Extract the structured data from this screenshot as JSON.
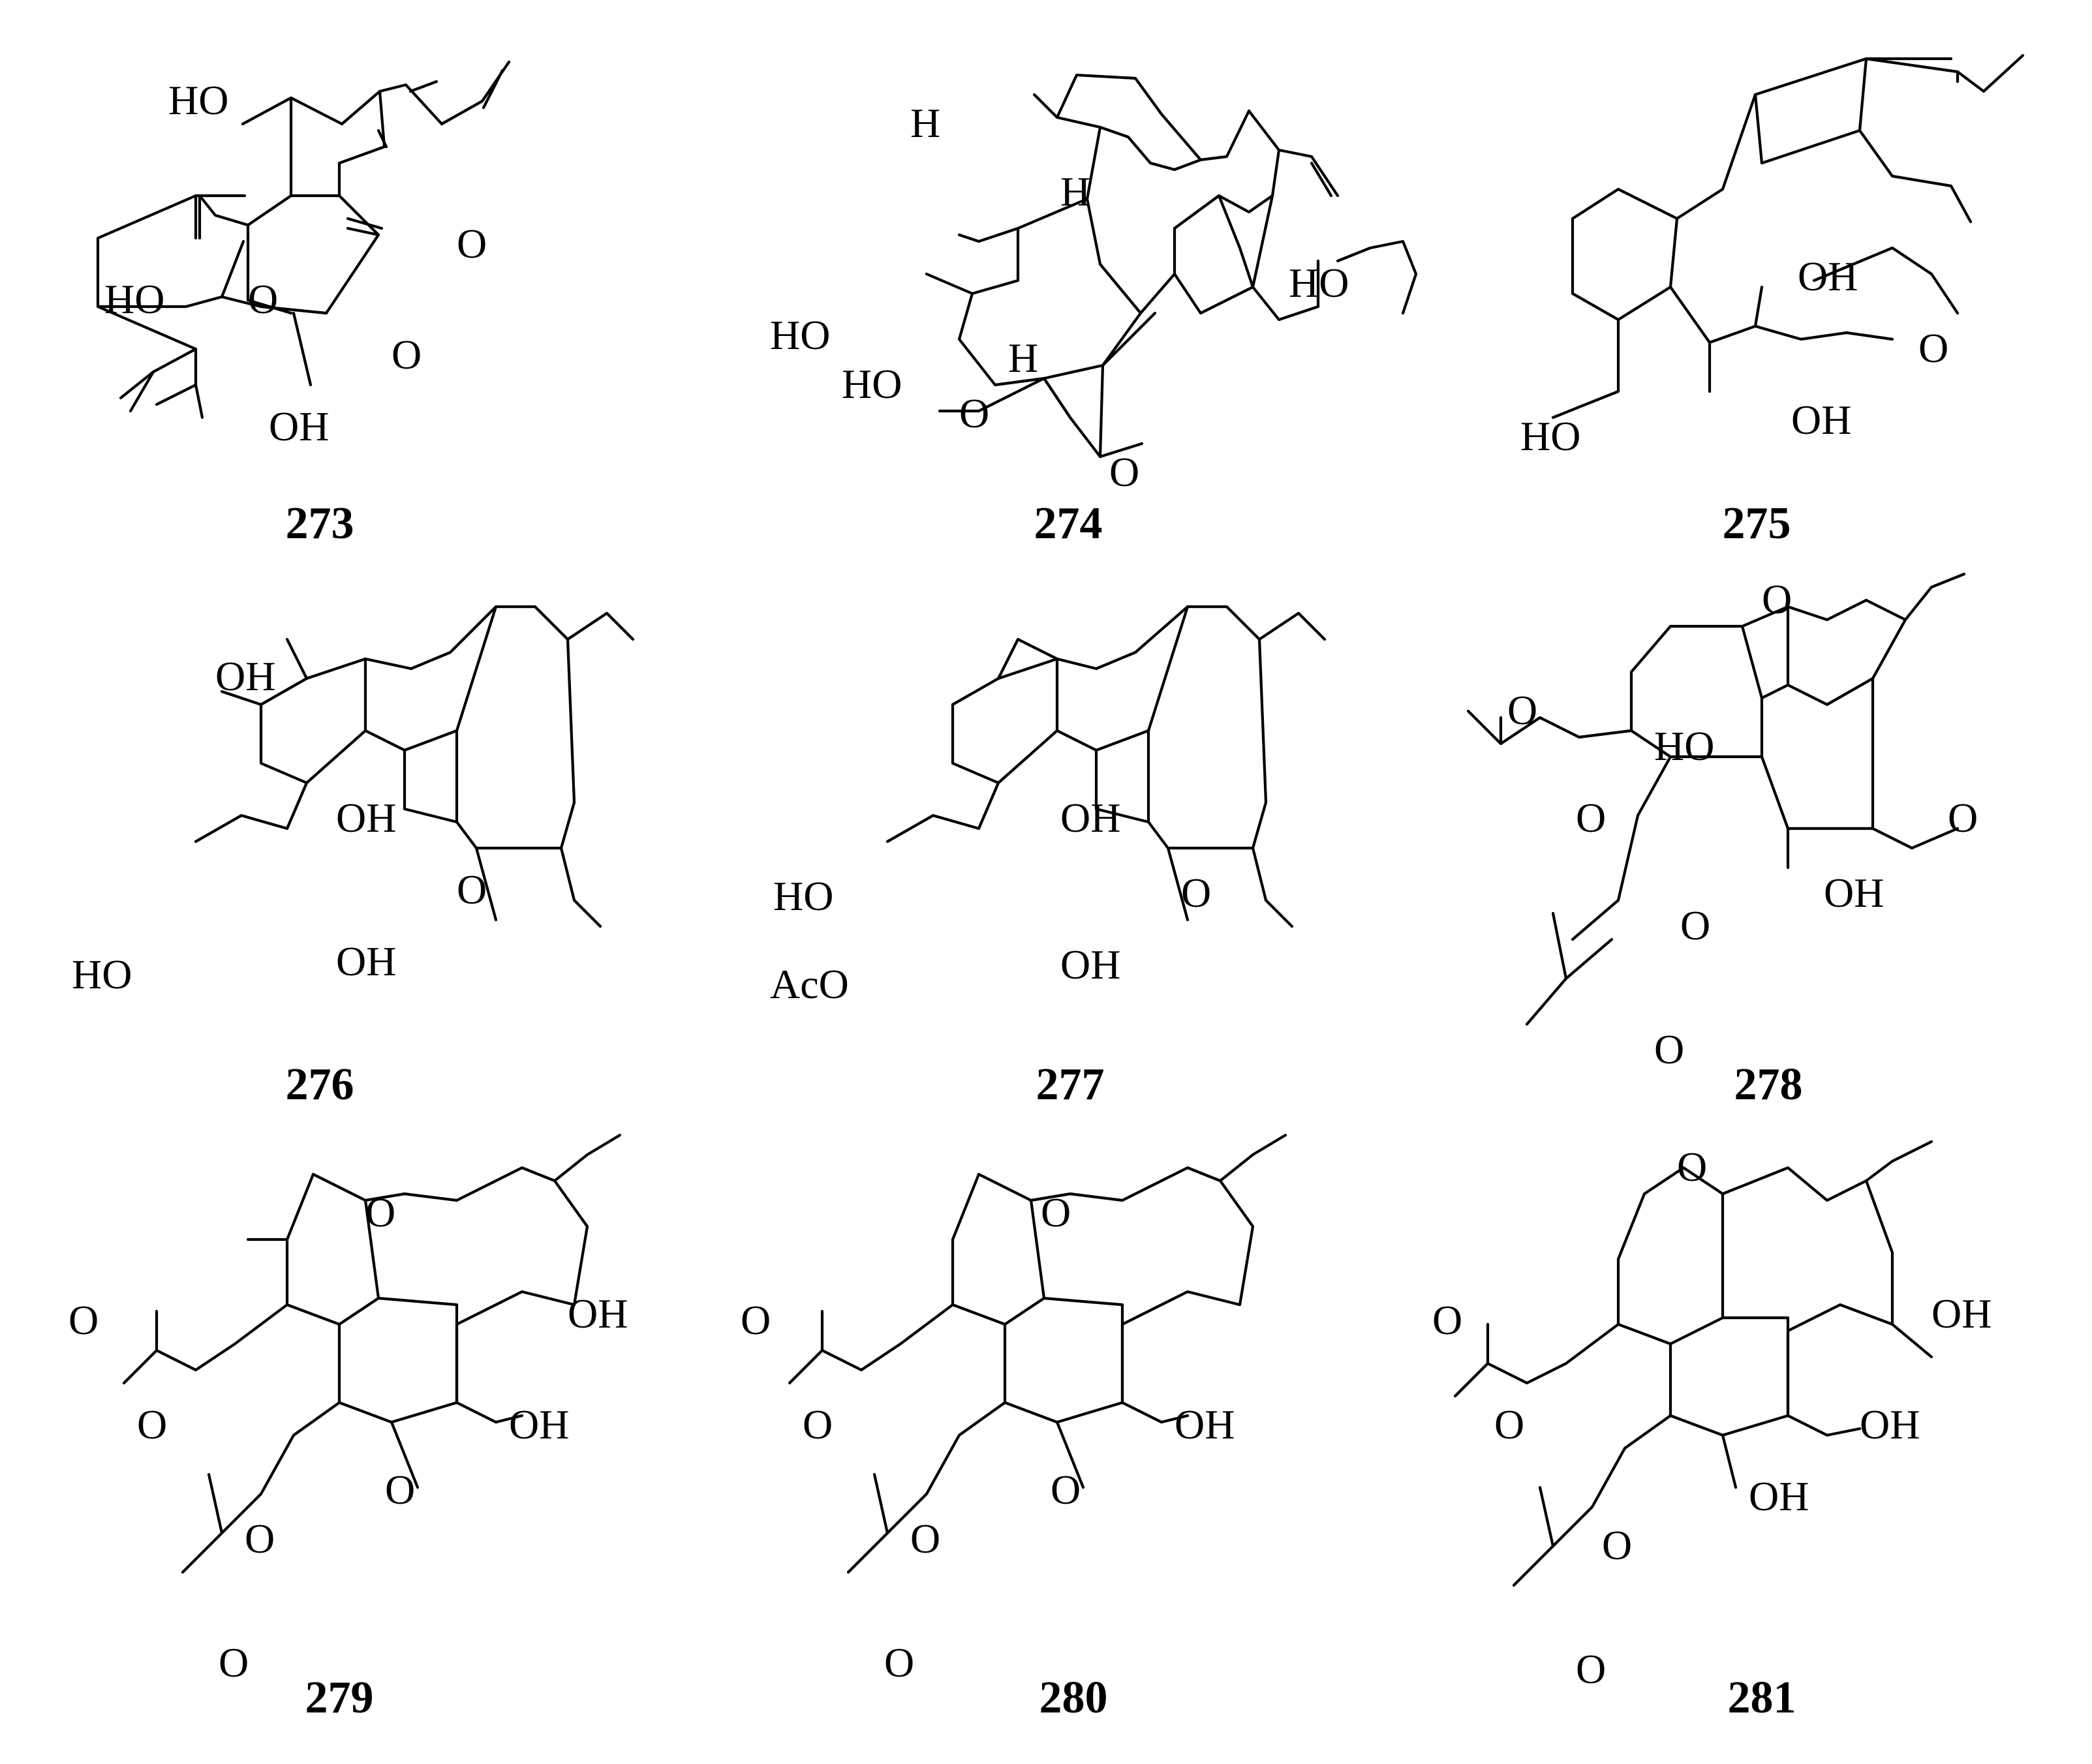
{
  "compounds": [
    {
      "id": "273",
      "atoms": [
        "HO",
        "HO",
        "O",
        "O",
        "O",
        "OH"
      ]
    },
    {
      "id": "274",
      "atoms": [
        "H",
        "H",
        "HO",
        "HO",
        "H",
        "O",
        "O",
        "HO"
      ]
    },
    {
      "id": "275",
      "atoms": [
        "OH",
        "O",
        "OH",
        "HO"
      ]
    },
    {
      "id": "276",
      "atoms": [
        "OH",
        "OH",
        "O",
        "OH",
        "HO"
      ]
    },
    {
      "id": "277",
      "atoms": [
        "OH",
        "HO",
        "O",
        "OH",
        "AcO"
      ]
    },
    {
      "id": "278",
      "atoms": [
        "O",
        "O",
        "HO",
        "O",
        "O",
        "OH",
        "O",
        "O"
      ]
    },
    {
      "id": "279",
      "atoms": [
        "O",
        "OH",
        "O",
        "O",
        "OH",
        "O",
        "O",
        "O"
      ]
    },
    {
      "id": "280",
      "atoms": [
        "O",
        "O",
        "O",
        "OH",
        "O",
        "O",
        "O"
      ]
    },
    {
      "id": "281",
      "atoms": [
        "O",
        "OH",
        "O",
        "O",
        "OH",
        "OH",
        "O",
        "O"
      ]
    }
  ],
  "colors": {
    "ink": "#000000",
    "background": "#ffffff"
  }
}
